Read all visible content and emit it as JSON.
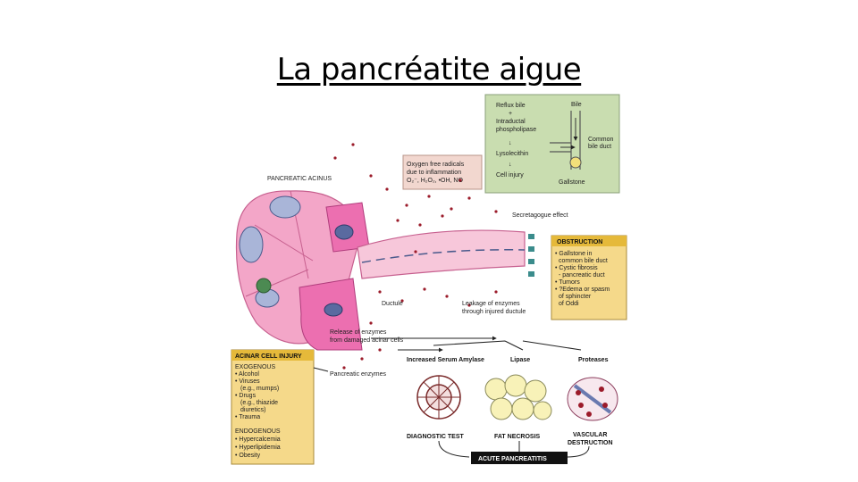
{
  "page": {
    "title": "La pancréatite aigue"
  },
  "diagram": {
    "reflux_box": {
      "lines": [
        "Reflux bile",
        "+",
        "Intraductal",
        "phospholipase",
        "↓",
        "Lysolecithin",
        "↓",
        "Cell injury"
      ],
      "bile": "Bile",
      "common_bile_duct": [
        "Common",
        "bile duct"
      ],
      "gallstone": "Gallstone"
    },
    "oxygen_box": [
      "Oxygen free radicals",
      "due to inflammation",
      "O₂⁻, H₂O₂, •OH, NO"
    ],
    "labels": {
      "pancreatic_acinus": "PANCREATIC ACINUS",
      "secretagogue_effect": "Secretagogue effect",
      "ductule": "Ductule",
      "leakage": [
        "Leakage of enzymes",
        "through injured ductule"
      ],
      "release": [
        "Release of enzymes",
        "from damaged acinar cells"
      ],
      "pancreatic_enzymes": "Pancreatic enzymes"
    },
    "obstruction_box": {
      "header": "OBSTRUCTION",
      "lines": [
        "• Gallstone in",
        "common bile duct",
        "• Cystic fibrosis",
        "- pancreatic duct",
        "• Tumors",
        "• ?Edema or spasm",
        "of sphincter",
        "of Oddi"
      ]
    },
    "acinar_box": {
      "header": "ACINAR CELL INJURY",
      "lines": [
        "EXOGENOUS",
        "• Alcohol",
        "• Viruses",
        "(e.g., mumps)",
        "• Drugs",
        "(e.g., thiazide",
        "diuretics)",
        "• Trauma",
        "",
        "ENDOGENOUS",
        "• Hypercalcemia",
        "• Hyperlipidemia",
        "• Obesity"
      ]
    },
    "effects": {
      "amylase": "Increased Serum Amylase",
      "lipase": "Lipase",
      "proteases": "Proteases",
      "diagnostic_test": "DIAGNOSTIC TEST",
      "fat_necrosis": "FAT NECROSIS",
      "vascular_destruction": [
        "VASCULAR",
        "DESTRUCTION"
      ]
    },
    "result": "ACUTE PANCREATITIS",
    "colors": {
      "acinus": "#f3a6c8",
      "duct": "#f7c7da",
      "obstruction": "#f5d98a",
      "reflux": "#c9ddb0",
      "oxygen": "#f2d7cf",
      "dots": "#9b1b2a",
      "ink": "#222222"
    }
  }
}
